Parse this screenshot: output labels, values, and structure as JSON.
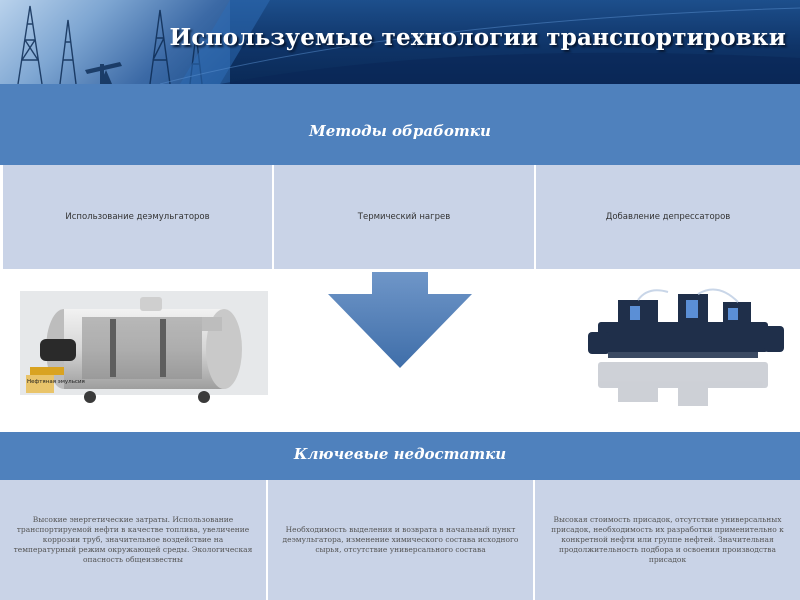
{
  "header": {
    "title": "Используемые технологии транспортировки"
  },
  "methods": {
    "title": "Методы обработки",
    "items": [
      "Использование деэмульгаторов",
      "Термический нагрев",
      "Добавление депрессаторов"
    ]
  },
  "images": {
    "separator_label": "Нефтяная эмульсия"
  },
  "drawbacks": {
    "title": "Ключевые недостатки",
    "items": [
      "Высокие энергетические затраты. Использование транспортируемой нефти в качестве топлива, увеличение коррозии труб, значительное воздействие на температурный режим окружающей среды. Экологическая опасность общеизвестны",
      "Необходимость выделения и возврата в начальный пункт деэмульгатора, изменение химического состава исходного сырья, отсутствие универсального состава",
      "Высокая стоимость присадок, отсутствие универсальных присадок, необходимость их разработки применительно к конкретной нефти или группе нефтей. Значительная продолжительность подбора и освоения производства присадок"
    ]
  },
  "colors": {
    "band": "#4f81bd",
    "cell": "#c9d3e7",
    "header_dark": "#0f3468"
  }
}
